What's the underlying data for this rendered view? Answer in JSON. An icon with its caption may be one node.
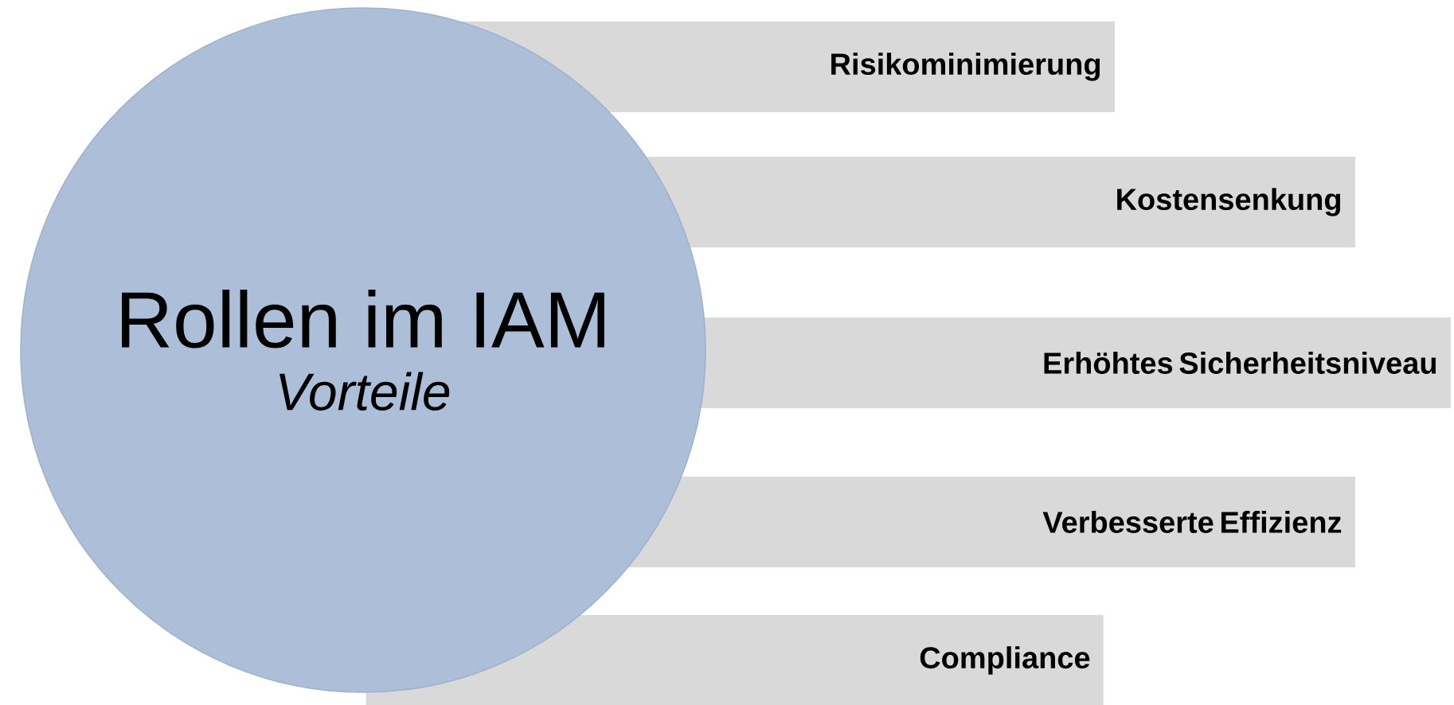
{
  "diagram": {
    "nodes": [
      {
        "text": [
          "Rollen im IAM",
          "Vorteile"
        ]
      },
      {
        "text": [
          "Risikominimierung"
        ]
      },
      {
        "text": [
          "Kostensenkung"
        ]
      },
      {
        "text": [
          "Erhöhtes Sicherheitsniveau"
        ]
      },
      {
        "text": [
          "Verbesserte Effizienz"
        ]
      },
      {
        "text": [
          "Compliance"
        ]
      }
    ]
  }
}
